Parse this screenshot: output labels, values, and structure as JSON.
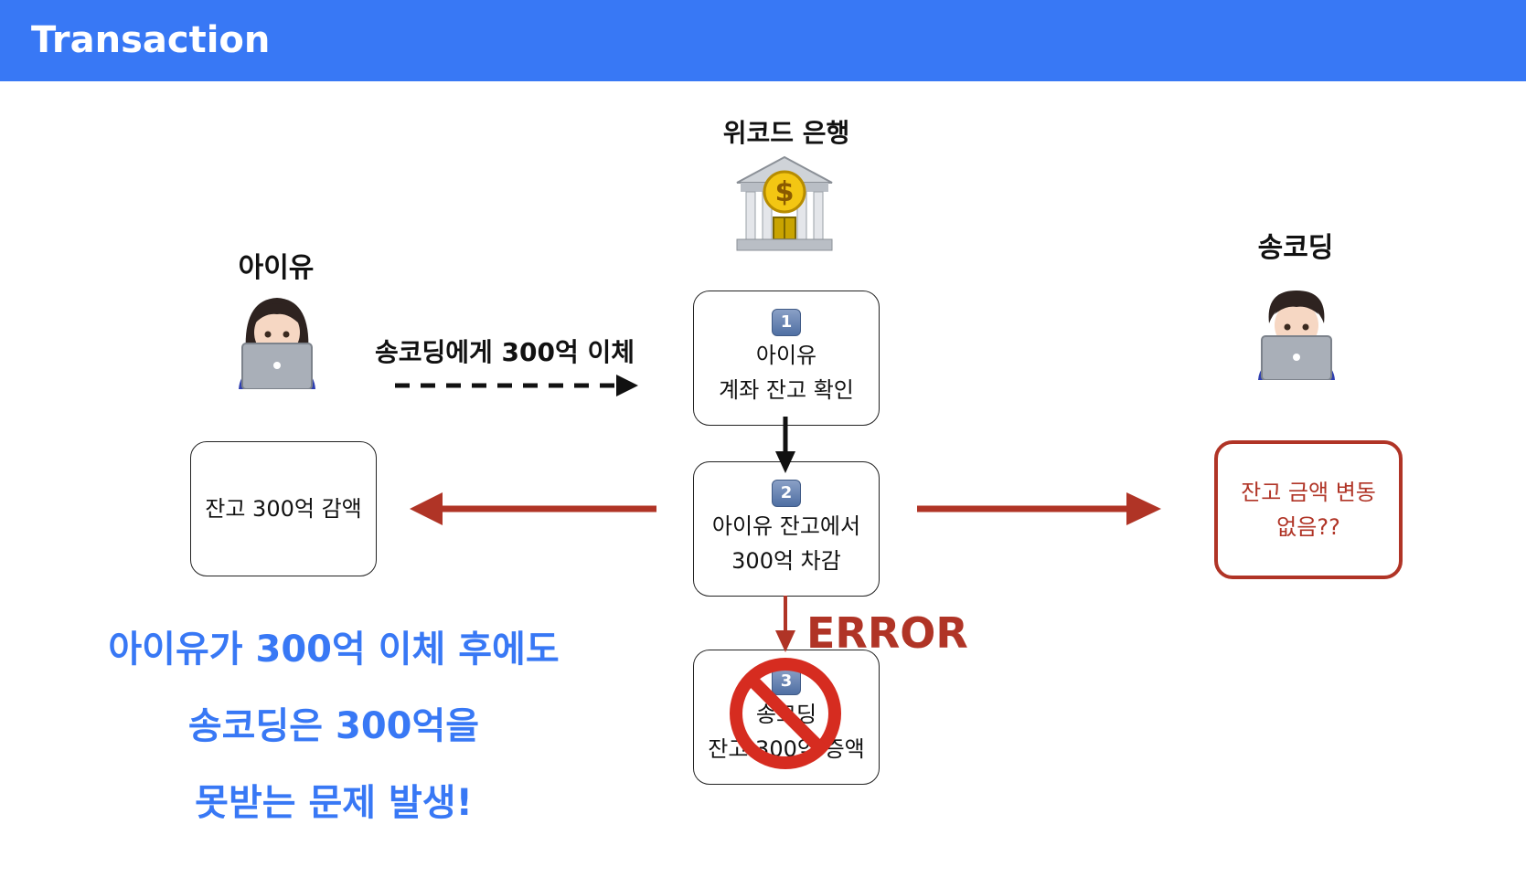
{
  "header": {
    "title": "Transaction"
  },
  "bank": {
    "label": "위코드 은행"
  },
  "sender": {
    "label": "아이유"
  },
  "receiver": {
    "label": "송코딩"
  },
  "transfer": {
    "label": "송코딩에게 300억 이체"
  },
  "steps": [
    {
      "num": "1",
      "line1": "아이유",
      "line2": "계좌 잔고 확인"
    },
    {
      "num": "2",
      "line1": "아이유 잔고에서",
      "line2": "300억 차감"
    },
    {
      "num": "3",
      "line1": "송코딩",
      "line2": "잔고 300억 증액"
    }
  ],
  "sender_result": {
    "text": "잔고 300억 감액"
  },
  "receiver_result": {
    "line1": "잔고 금액 변동",
    "line2": "없음??"
  },
  "error": {
    "text": "ERROR"
  },
  "conclusion": {
    "line1": "아이유가 300억 이체 후에도",
    "line2": "송코딩은 300억을",
    "line3": "못받는 문제 발생!"
  },
  "colors": {
    "header": "#3878f5",
    "error": "#b03426",
    "accent": "#3878f5"
  },
  "icons": {
    "bank": "bank-icon",
    "sender": "woman-technologist-icon",
    "receiver": "man-technologist-icon",
    "prohibited": "prohibited-icon"
  }
}
